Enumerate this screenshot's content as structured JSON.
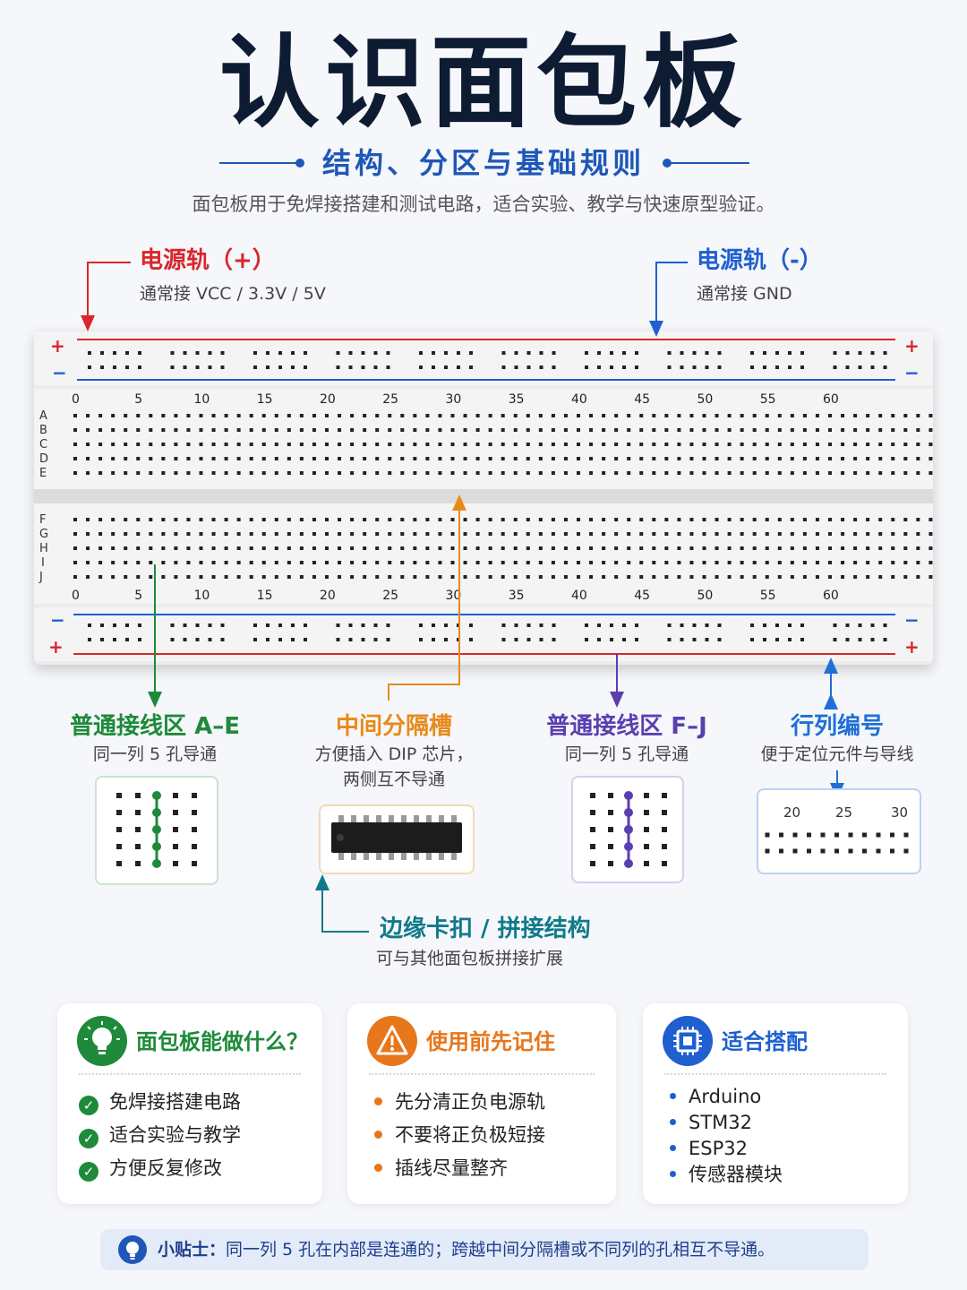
{
  "header": {
    "title": "认识面包板",
    "subtitle": "结构、分区与基础规则",
    "intro": "面包板用于免焊接搭建和测试电路，适合实验、教学与快速原型验证。"
  },
  "rail_plus": {
    "title": "电源轨（+）",
    "desc": "通常接 VCC / 3.3V / 5V"
  },
  "rail_minus": {
    "title": "电源轨（-）",
    "desc": "通常接 GND"
  },
  "board": {
    "plus_sign": "+",
    "minus_sign": "−",
    "column_numbers": [
      "0",
      "5",
      "10",
      "15",
      "20",
      "25",
      "30",
      "35",
      "40",
      "45",
      "50",
      "55",
      "60"
    ],
    "rows_top": [
      "A",
      "B",
      "C",
      "D",
      "E"
    ],
    "rows_bottom": [
      "F",
      "G",
      "H",
      "I",
      "J"
    ]
  },
  "callouts": {
    "ae": {
      "title": "普通接线区 A–E",
      "desc": "同一列 5 孔导通"
    },
    "channel": {
      "title": "中间分隔槽",
      "desc_line1": "方便插入 DIP 芯片，",
      "desc_line2": "两侧互不导通"
    },
    "fj": {
      "title": "普通接线区 F–J",
      "desc": "同一列 5 孔导通"
    },
    "numbering": {
      "title": "行列编号",
      "desc": "便于定位元件与导线",
      "sample_numbers": [
        "20",
        "25",
        "30"
      ]
    },
    "edge": {
      "title": "边缘卡扣 / 拼接结构",
      "desc": "可与其他面包板拼接扩展"
    }
  },
  "cards": [
    {
      "title": "面包板能做什么？",
      "icon": "lightbulb-icon",
      "items": [
        "免焊接搭建电路",
        "适合实验与教学",
        "方便反复修改"
      ]
    },
    {
      "title": "使用前先记住",
      "icon": "warning-icon",
      "items": [
        "先分清正负电源轨",
        "不要将正负极短接",
        "插线尽量整齐"
      ]
    },
    {
      "title": "适合搭配",
      "icon": "chip-icon",
      "items": [
        "Arduino",
        "STM32",
        "ESP32",
        "传感器模块"
      ]
    }
  ],
  "tip": {
    "label": "小贴士：",
    "text": "同一列 5 孔在内部是连通的；跨越中间分隔槽或不同列的孔相互不导通。"
  },
  "colors": {
    "plus": "#d9262c",
    "minus": "#1f5fd0",
    "ae": "#1e8a3a",
    "channel": "#e88a1a",
    "fj": "#5a3fb0",
    "numbering": "#1f6fd6",
    "edge": "#0f7a8a"
  }
}
